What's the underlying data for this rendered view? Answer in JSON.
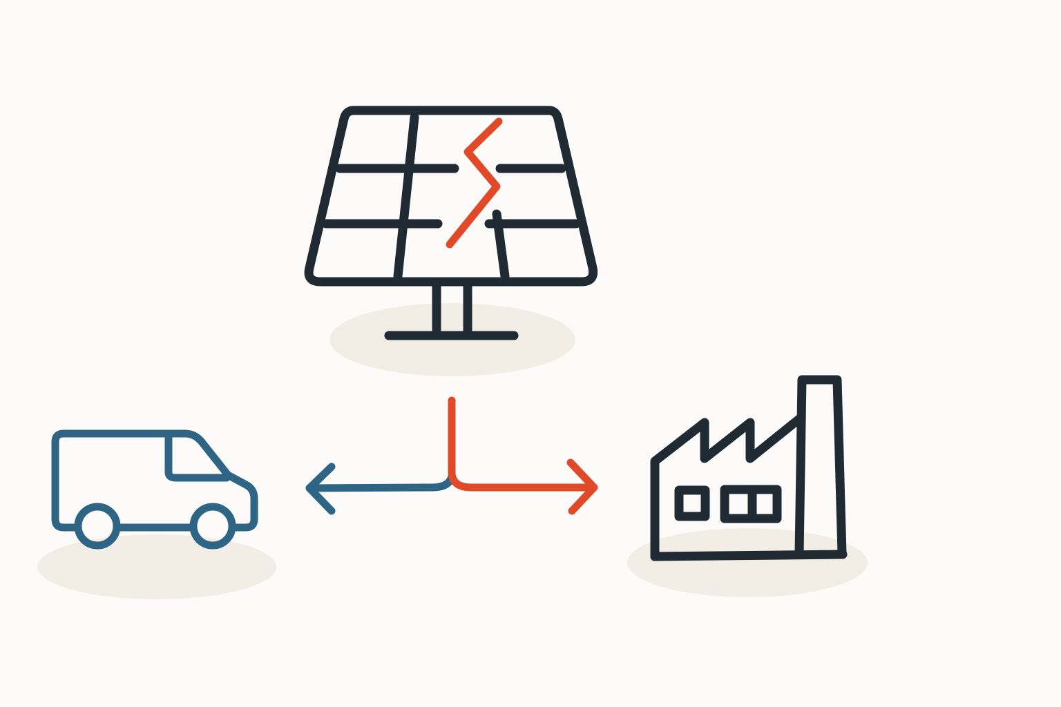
{
  "diagram": {
    "nodes": [
      {
        "id": "solar",
        "icon": "solar-panel-icon",
        "accent": "lightning-bolt-icon"
      },
      {
        "id": "van",
        "icon": "delivery-van-icon"
      },
      {
        "id": "factory",
        "icon": "factory-icon"
      }
    ],
    "edges": [
      {
        "from": "solar",
        "to": "van",
        "color": "#2e6584"
      },
      {
        "from": "solar",
        "to": "factory",
        "color": "#e04a28"
      }
    ]
  },
  "colors": {
    "background": "#fcfbf9",
    "outline": "#1f2a33",
    "red": "#e04a28",
    "blue": "#2e6584",
    "shadow": "#f3eee5"
  }
}
